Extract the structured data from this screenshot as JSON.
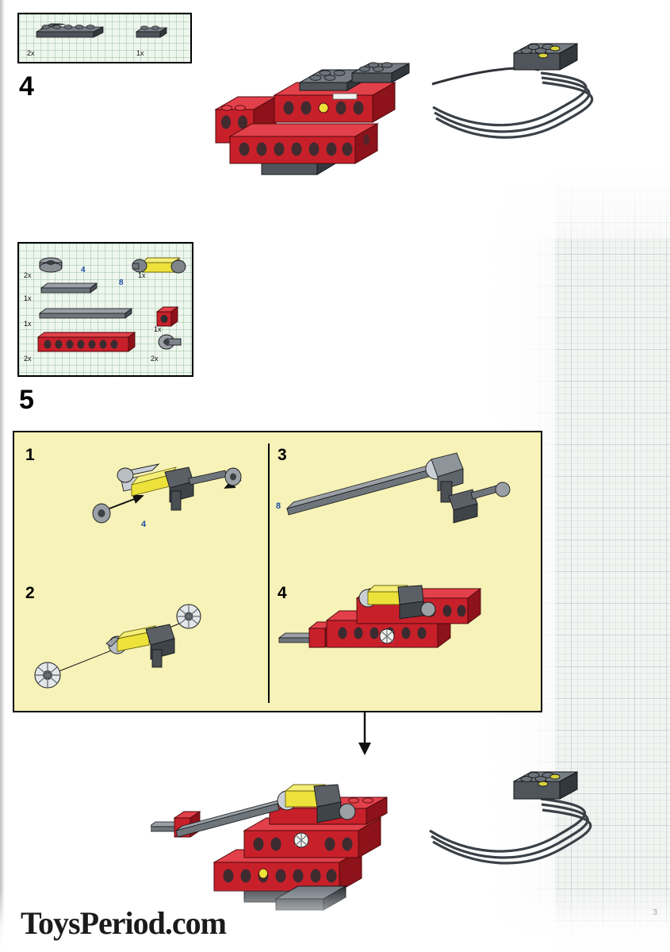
{
  "document": {
    "type": "lego-instruction-page",
    "page_number": "3",
    "watermark": "ToysPeriod.com"
  },
  "colors": {
    "lego_red": "#c8202a",
    "lego_red_dark": "#8e1219",
    "lego_dark_gray": "#4a4f54",
    "lego_gray": "#6e757b",
    "lego_light_gray": "#b9bec2",
    "lego_yellow": "#ece23a",
    "panel_yellow": "#f7f2b8",
    "parts_box_green": "#eef6ee",
    "callout_blue": "#1a4fa0",
    "outline": "#000000"
  },
  "steps": [
    {
      "id": "step-4",
      "number": "4",
      "parts_box": {
        "items": [
          {
            "label": "2x",
            "part": "red-plate-1x6"
          },
          {
            "label": "1x",
            "part": "red-plate-1x2"
          }
        ]
      },
      "assembly_caption": ""
    },
    {
      "id": "step-5",
      "number": "5",
      "parts_box": {
        "items": [
          {
            "label": "2x",
            "part": "gray-bush"
          },
          {
            "label": "1x",
            "part": "axle-4",
            "length_label": "4"
          },
          {
            "label": "1x",
            "part": "axle-8",
            "length_label": "8"
          },
          {
            "label": "1x",
            "part": "yellow-shock-absorber"
          },
          {
            "label": "2x",
            "part": "red-beam-1x8"
          },
          {
            "label": "1x",
            "part": "red-brick-1x1"
          },
          {
            "label": "2x",
            "part": "gray-half-bush"
          }
        ]
      },
      "substeps": [
        {
          "number": "1",
          "callout": "4"
        },
        {
          "number": "2",
          "callout": ""
        },
        {
          "number": "3",
          "callout": "8"
        },
        {
          "number": "4",
          "callout": ""
        }
      ]
    }
  ]
}
